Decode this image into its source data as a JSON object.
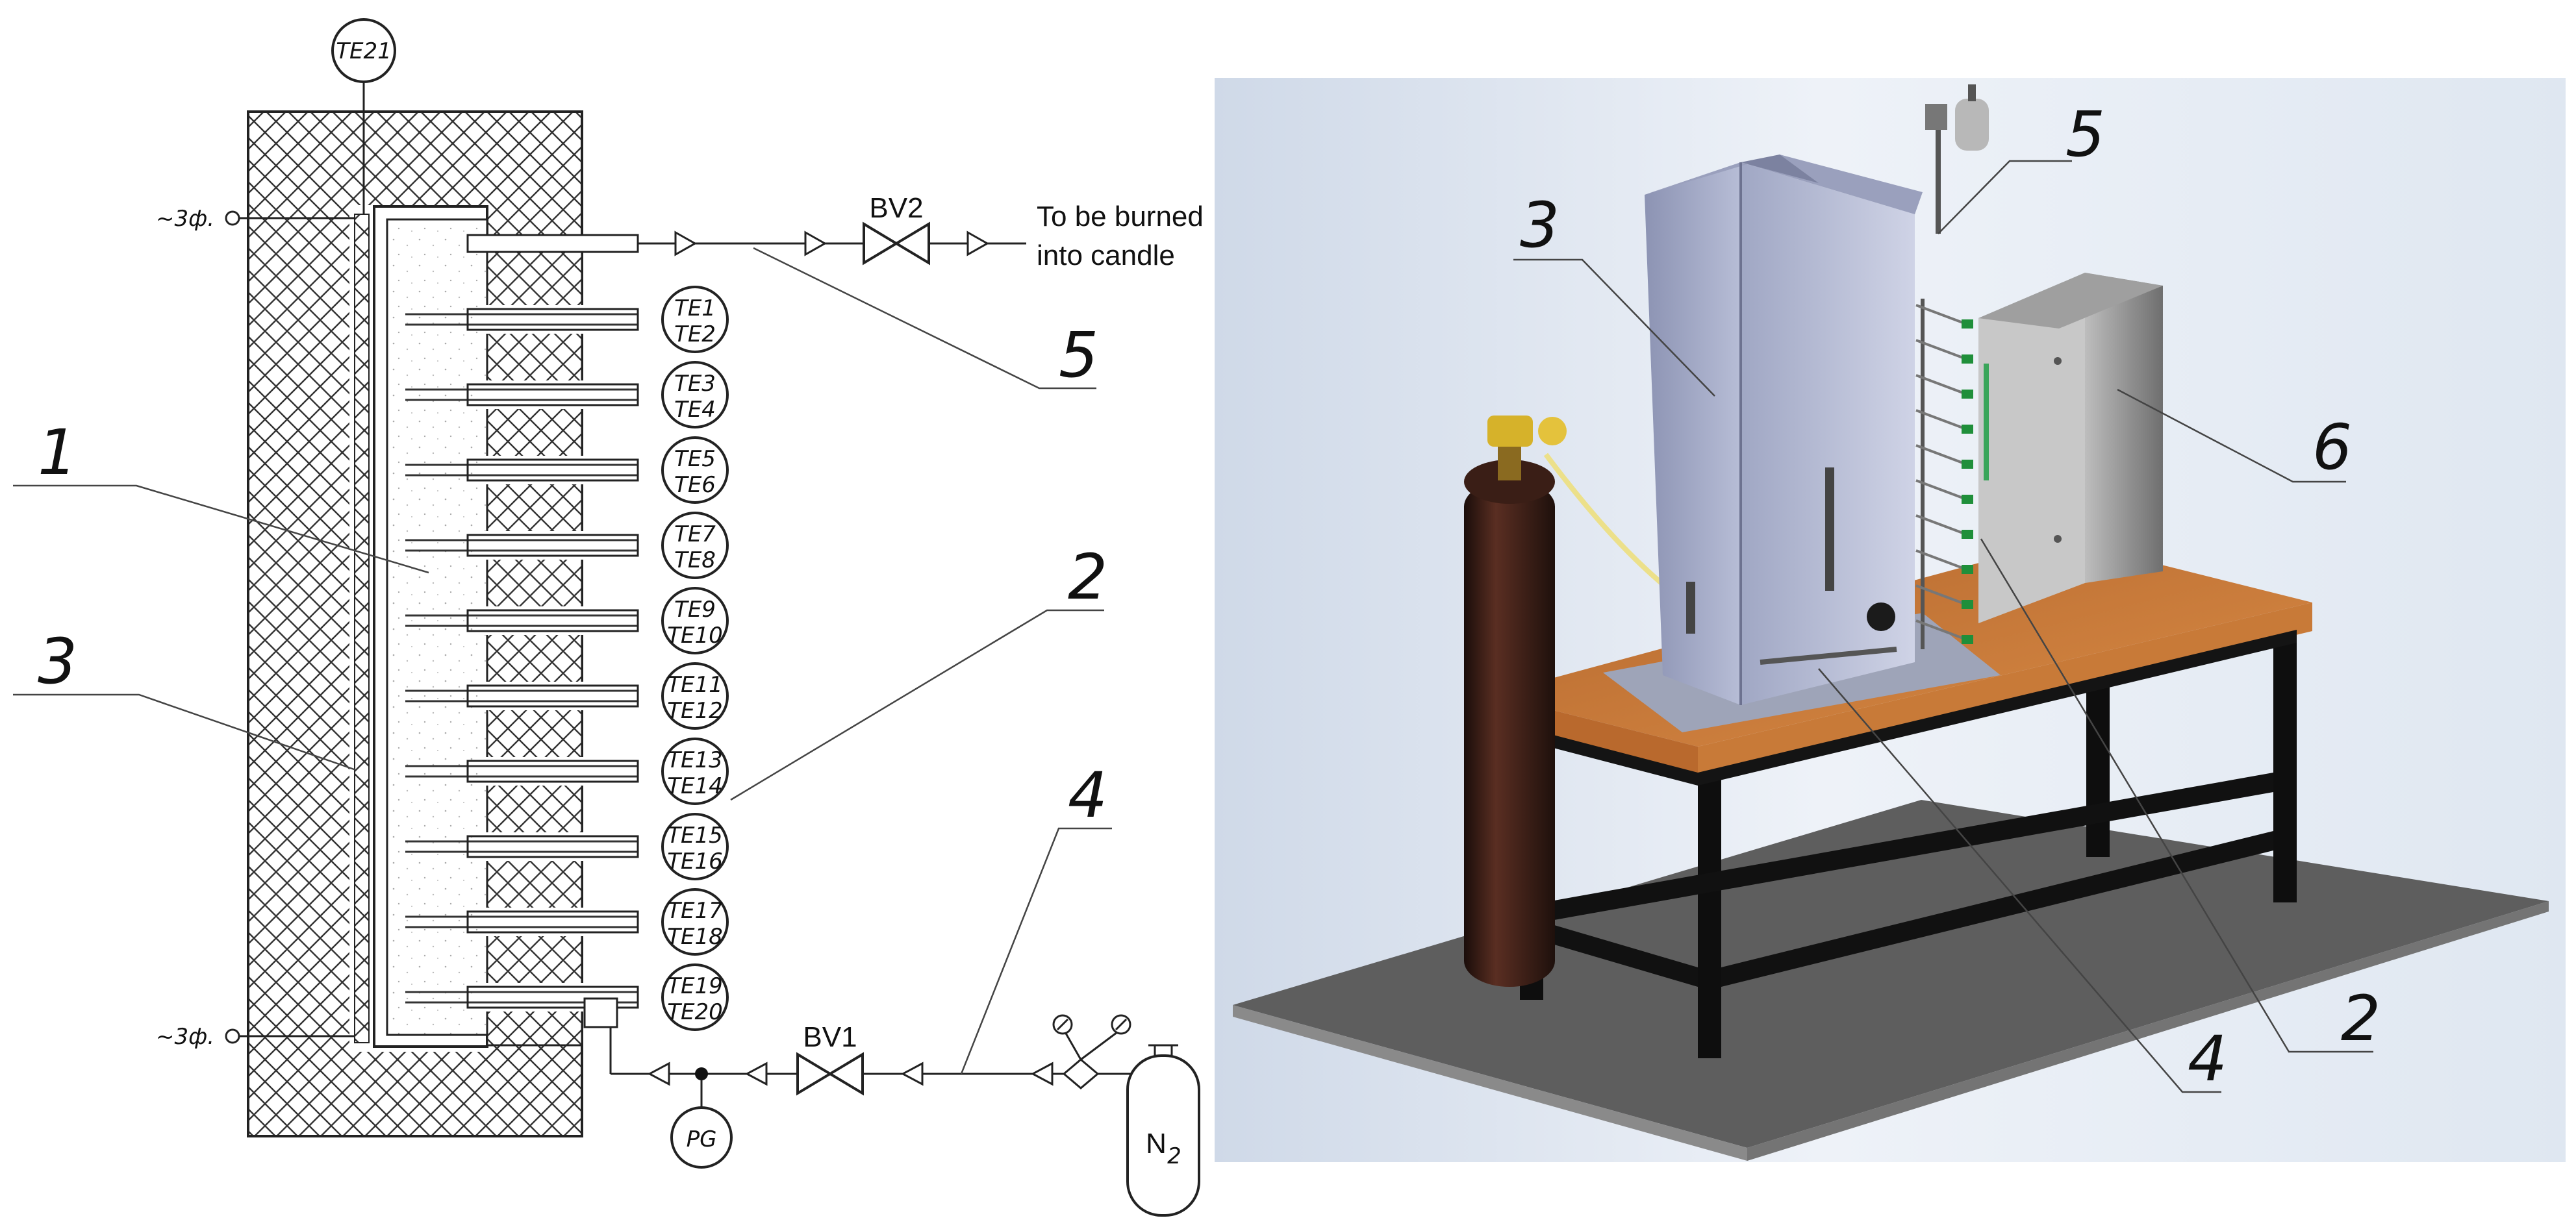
{
  "schematic": {
    "labels": {
      "one": "1",
      "two": "2",
      "three": "3",
      "four": "4",
      "five": "5"
    },
    "top_sensor": "TE21",
    "phase_mark": "~3ф.",
    "valve_top": "BV2",
    "valve_bottom": "BV1",
    "outlet_text": [
      "To be burned",
      "into candle"
    ],
    "pressure_gauge": "PG",
    "gas_symbol": "N",
    "gas_subscript": "2",
    "sensor_pairs": [
      [
        "TE1",
        "TE2"
      ],
      [
        "TE3",
        "TE4"
      ],
      [
        "TE5",
        "TE6"
      ],
      [
        "TE7",
        "TE8"
      ],
      [
        "TE9",
        "TE10"
      ],
      [
        "TE11",
        "TE12"
      ],
      [
        "TE13",
        "TE14"
      ],
      [
        "TE15",
        "TE16"
      ],
      [
        "TE17",
        "TE18"
      ],
      [
        "TE19",
        "TE20"
      ]
    ]
  },
  "model": {
    "labels": {
      "two": "2",
      "three": "3",
      "four": "4",
      "five": "5",
      "six": "6"
    }
  }
}
